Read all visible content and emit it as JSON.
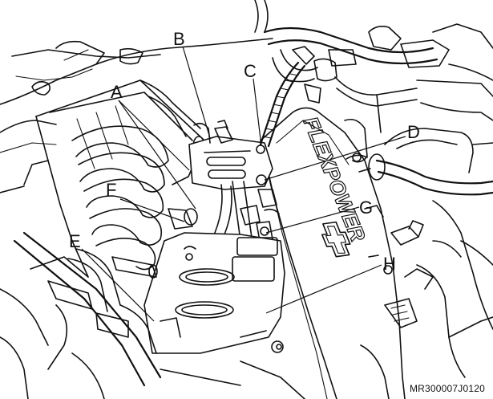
{
  "figure": {
    "code": "MR300007J0120",
    "emboss_text": "FLEXPOWER"
  },
  "callouts": [
    {
      "id": "A",
      "label": "A"
    },
    {
      "id": "B",
      "label": "B"
    },
    {
      "id": "C",
      "label": "C"
    },
    {
      "id": "D",
      "label": "D"
    },
    {
      "id": "E",
      "label": "E"
    },
    {
      "id": "F",
      "label": "F"
    },
    {
      "id": "G",
      "label": "G"
    },
    {
      "id": "H",
      "label": "H"
    }
  ]
}
